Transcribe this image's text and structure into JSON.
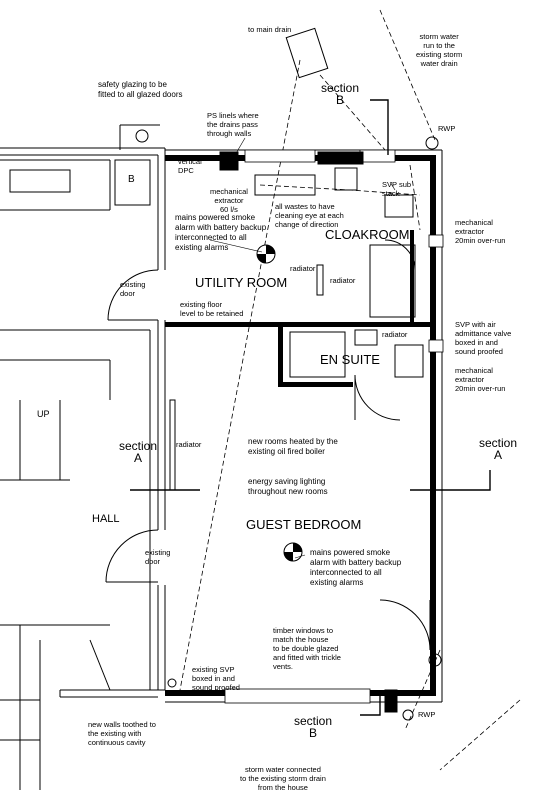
{
  "rooms": {
    "utility": "UTILITY ROOM",
    "cloakroom": "CLOAKROOM",
    "ensuite": "EN SUITE",
    "guest": "GUEST BEDROOM",
    "hall": "HALL"
  },
  "sections": {
    "letter_a": "A",
    "letter_b": "B",
    "word": "section"
  },
  "labels": {
    "main_drain": "to main drain",
    "storm_top": "storm water\nrun to the\nexisting storm\nwater drain",
    "safety_glazing": "safety glazing to be\nfitted to all glazed doors",
    "ps_lintels": "PS linels where\nthe drains pass\nthrough walls",
    "rwp_top": "RWP",
    "rwp_bottom": "RWP",
    "vertical_dpc": "vertical\nDPC",
    "mech_extractor_1": "mechanical\nextractor\n60 l/s",
    "cleaning_eye": "all wastes to have\ncleaning eye at each\nchange of direction",
    "svp_stack": "SVP sub\nstack",
    "smoke_alarm_1": "mains powered smoke\nalarm with battery backup\ninterconnected to all\nexisting alarms",
    "mech_extractor_2": "mechanical\nextractor\n20min over-run",
    "radiator_1": "radiator",
    "radiator_2": "radiator",
    "radiator_3": "radiator",
    "radiator_4": "radiator",
    "existing_door_1": "existing\ndoor",
    "existing_floor": "existing floor\nlevel to be retained",
    "svp_air": "SVP with air\nadmittance valve\nboxed in and\nsound proofed",
    "mech_extractor_3": "mechanical\nextractor\n20min over-run",
    "up": "UP",
    "heated": "new rooms heated by the\nexisting oil fired boiler",
    "energy": "energy saving lighting\nthroughout new rooms",
    "existing_door_2": "existing\ndoor",
    "smoke_alarm_2": "mains powered smoke\nalarm with battery backup\ninterconnected to all\nexisting alarms",
    "timber_windows": "timber windows to\nmatch the house\nto be double glazed\nand fitted with trickle\nvents.",
    "existing_svp": "existing SVP\nboxed in and\nsound proofed",
    "new_walls": "new walls toothed to\nthe existing with\ncontinuous cavity",
    "storm_bottom": "storm water connected\nto the existing storm drain\nfrom the house",
    "b_box": "B"
  }
}
